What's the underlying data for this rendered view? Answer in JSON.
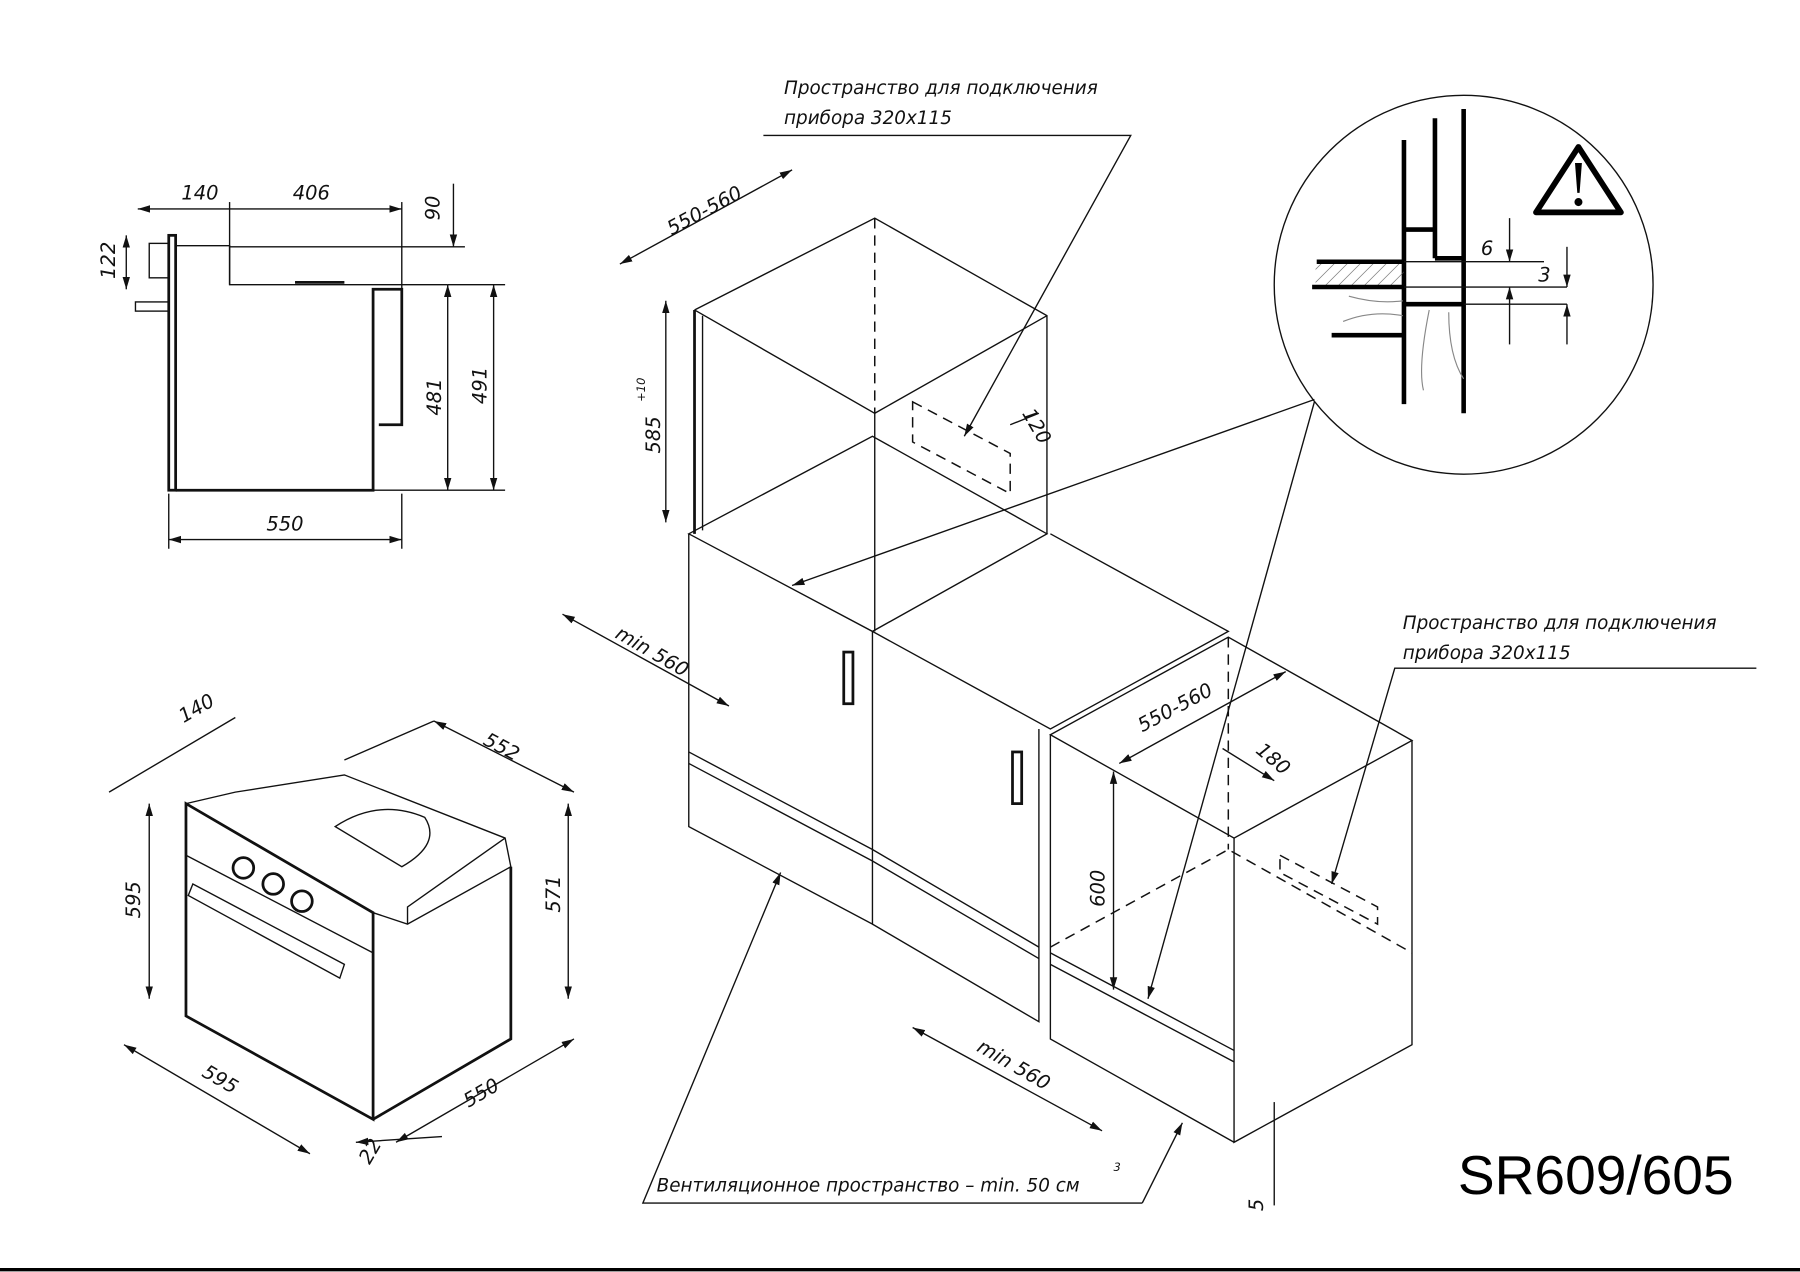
{
  "model": "SR609/605",
  "side_view": {
    "dim_depth_front": "140",
    "dim_top": "406",
    "dim_top_offset": "90",
    "dim_panel": "122",
    "dim_height_inner": "481",
    "dim_height_outer": "491",
    "dim_depth": "550"
  },
  "oven_iso": {
    "dim_panel_depth": "140",
    "dim_depth_top": "552",
    "dim_height_front": "595",
    "dim_height_back": "571",
    "dim_width": "595",
    "dim_depth_body": "550",
    "dim_door": "22"
  },
  "tall_cabinet": {
    "dim_depth": "550-560",
    "dim_height": "585",
    "dim_height_tol": "+10",
    "dim_cutout": "120",
    "dim_min": "min 560",
    "note_line1": "Пространство для подключения",
    "note_line2": "прибора 320x115"
  },
  "low_cabinet": {
    "dim_depth": "550-560",
    "dim_cutout": "180",
    "dim_height": "600",
    "dim_min": "min 560",
    "dim_gap": "5",
    "note_line1": "Пространство для подключения",
    "note_line2": "прибора 320x115"
  },
  "ventilation_note": "Вентиляционное пространство – min. 50 см",
  "ventilation_sup": "3",
  "detail": {
    "dim_a": "6",
    "dim_b": "3"
  },
  "warning_icon": "warning-triangle-icon"
}
